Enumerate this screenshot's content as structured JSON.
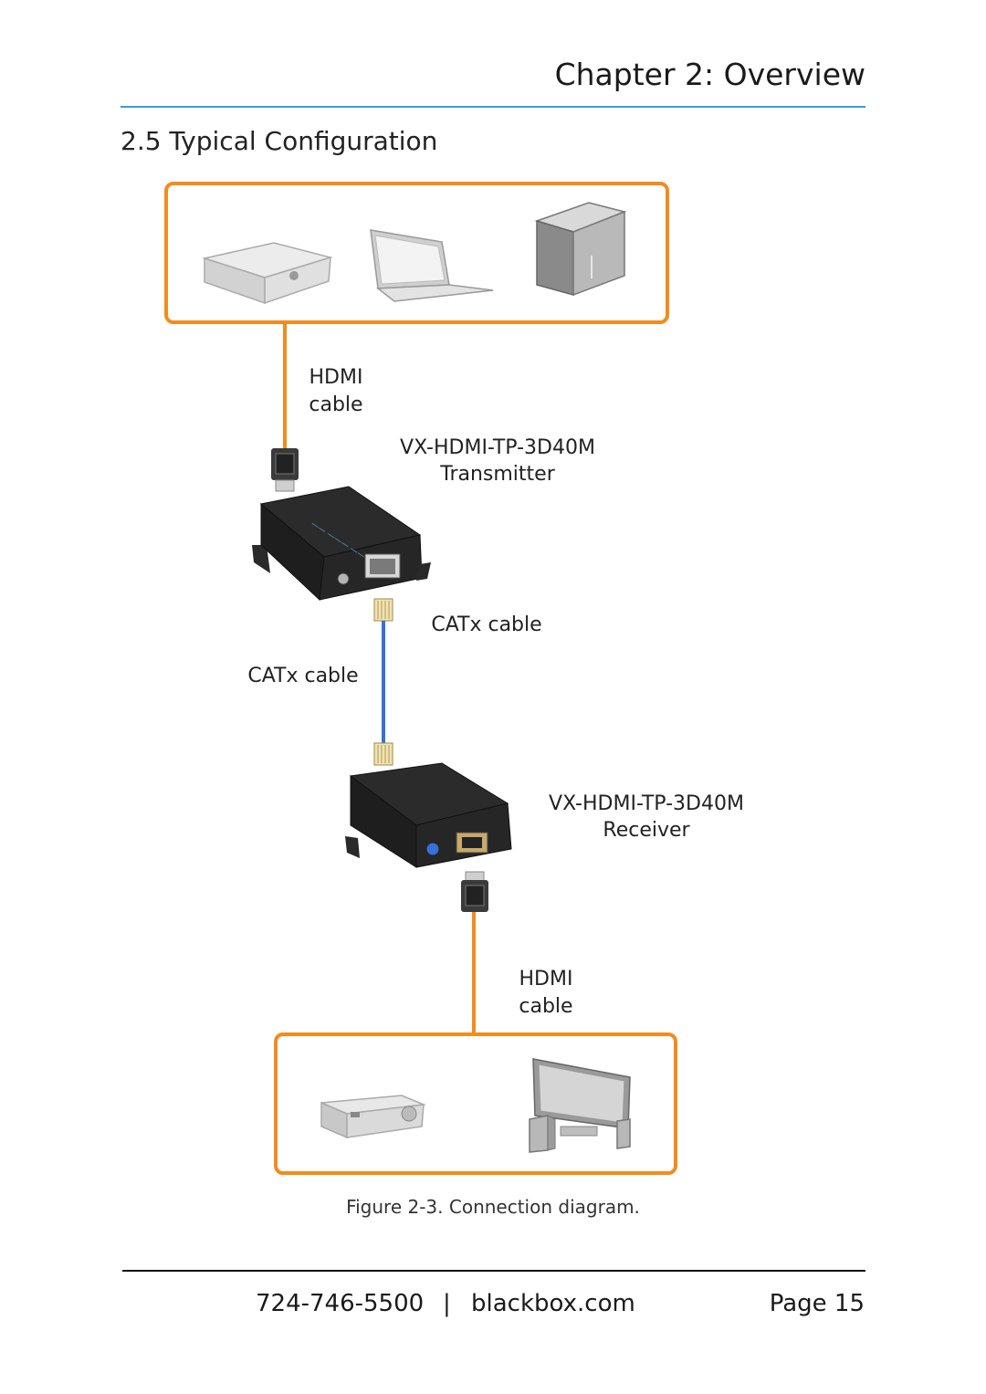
{
  "header": {
    "chapter_title": "Chapter 2: Overview"
  },
  "section": {
    "title": "2.5 Typical Configuration"
  },
  "diagram": {
    "top_cable_label": [
      "HDMI",
      "cable"
    ],
    "transmitter_model": "VX-HDMI-TP-3D40M",
    "transmitter_role": "Transmitter",
    "catx_right_label": "CATx cable",
    "catx_left_label": "CATx cable",
    "receiver_model": "VX-HDMI-TP-3D40M",
    "receiver_role": "Receiver",
    "bottom_cable_label": [
      "HDMI",
      "cable"
    ],
    "colors": {
      "box_border": "#f28c1e",
      "hdmi_cable": "#f28c1e",
      "catx_cable": "#3a6fd8"
    }
  },
  "caption": "Figure 2-3. Connection diagram.",
  "footer": {
    "phone": "724-746-5500",
    "separator": "|",
    "site": "blackbox.com",
    "page": "Page 15"
  }
}
